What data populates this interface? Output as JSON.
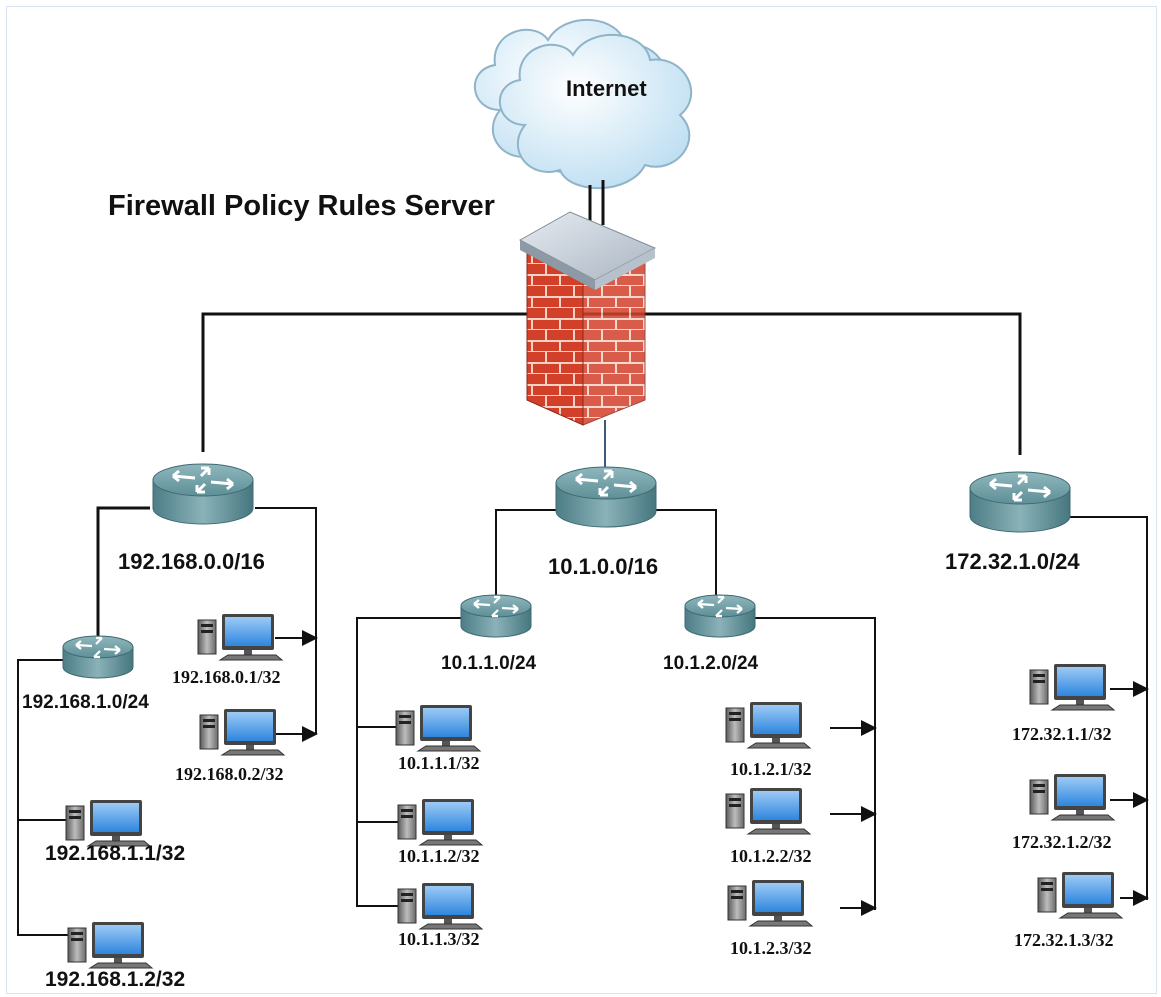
{
  "diagram": {
    "title": "Firewall Policy Rules Server",
    "internet_label": "Internet",
    "networks": [
      {
        "label": "192.168.0.0/16",
        "hosts": [
          "192.168.0.1/32",
          "192.168.0.2/32"
        ],
        "subnet": {
          "label": "192.168.1.0/24",
          "hosts": [
            "192.168.1.1/32",
            "192.168.1.2/32"
          ]
        }
      },
      {
        "label": "10.1.0.0/16",
        "subnets": [
          {
            "label": "10.1.1.0/24",
            "hosts": [
              "10.1.1.1/32",
              "10.1.1.2/32",
              "10.1.1.3/32"
            ]
          },
          {
            "label": "10.1.2.0/24",
            "hosts": [
              "10.1.2.1/32",
              "10.1.2.2/32",
              "10.1.2.3/32"
            ]
          }
        ]
      },
      {
        "label": "172.32.1.0/24",
        "hosts": [
          "172.32.1.1/32",
          "172.32.1.2/32",
          "172.32.1.3/32"
        ]
      }
    ]
  },
  "colors": {
    "link": "#111111",
    "uplink": "#3b5a7a",
    "cloud": "#cfe7f6",
    "router": "#6f9ea6",
    "firewall_brick": "#d2402a",
    "monitor_screen": "#3d8fe0"
  }
}
